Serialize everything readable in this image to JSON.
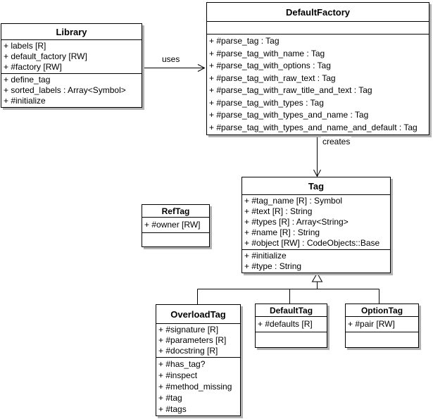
{
  "diagram": {
    "type": "uml-class-diagram",
    "background_color": "#ffffff",
    "line_color": "#000000",
    "shadow_color": "#b2b2b2",
    "text_color": "#000000"
  },
  "classes": {
    "library": {
      "name": "Library",
      "attributes": [
        "+ labels [R]",
        "+ default_factory [RW]",
        "+ #factory [RW]"
      ],
      "methods": [
        "+ define_tag",
        "+ sorted_labels : Array<Symbol>",
        "+ #initialize"
      ]
    },
    "default_factory": {
      "name": "DefaultFactory",
      "attributes": [],
      "methods": [
        "+ #parse_tag : Tag",
        "+ #parse_tag_with_name : Tag",
        "+ #parse_tag_with_options : Tag",
        "+ #parse_tag_with_raw_text : Tag",
        "+ #parse_tag_with_raw_title_and_text : Tag",
        "+ #parse_tag_with_types : Tag",
        "+ #parse_tag_with_types_and_name : Tag",
        "+ #parse_tag_with_types_and_name_and_default : Tag"
      ]
    },
    "tag": {
      "name": "Tag",
      "attributes": [
        "+ #tag_name [R] : Symbol",
        "+ #text [R] : String",
        "+ #types [R] : Array<String>",
        "+ #name [R] : String",
        "+ #object [RW] : CodeObjects::Base"
      ],
      "methods": [
        "+ #initialize",
        "+ #type : String"
      ]
    },
    "ref_tag": {
      "name": "RefTag",
      "attributes": [
        "+ #owner [RW]"
      ],
      "methods": []
    },
    "overload_tag": {
      "name": "OverloadTag",
      "attributes": [
        "+ #signature [R]",
        "+ #parameters [R]",
        "+ #docstring [R]"
      ],
      "methods": [
        "+ #has_tag?",
        "+ #inspect",
        "+ #method_missing",
        "+ #tag",
        "+ #tags"
      ]
    },
    "default_tag": {
      "name": "DefaultTag",
      "attributes": [
        "+ #defaults [R]"
      ],
      "methods": []
    },
    "option_tag": {
      "name": "OptionTag",
      "attributes": [
        "+ #pair [RW]"
      ],
      "methods": []
    }
  },
  "relationships": {
    "uses": {
      "label": "uses",
      "from": "Library",
      "to": "DefaultFactory",
      "type": "dependency"
    },
    "creates": {
      "label": "creates",
      "from": "DefaultFactory",
      "to": "Tag",
      "type": "dependency"
    },
    "inheritance": {
      "parent": "Tag",
      "children": [
        "OverloadTag",
        "DefaultTag",
        "OptionTag"
      ],
      "type": "generalization"
    }
  }
}
